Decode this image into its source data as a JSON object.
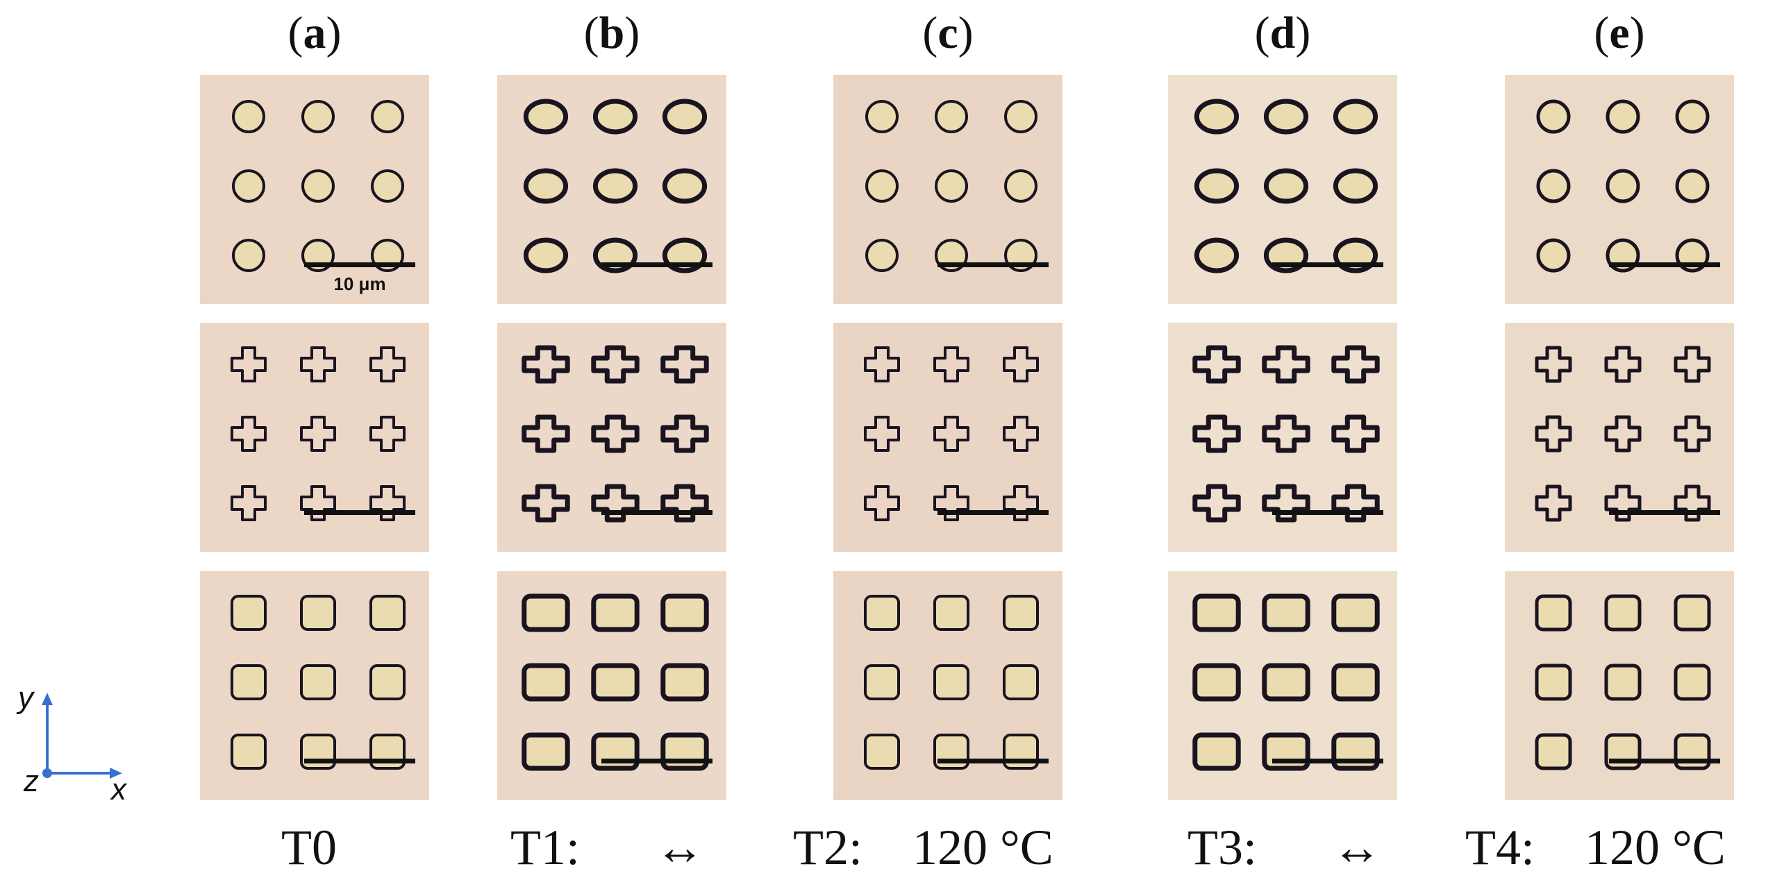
{
  "figure": {
    "columns": [
      {
        "id": "a",
        "label": "a",
        "condition": "T0",
        "bg": "#ecd6c6"
      },
      {
        "id": "b",
        "label": "b",
        "condition": "T1:      ↔",
        "bg": "#ecd8c8"
      },
      {
        "id": "c",
        "label": "c",
        "condition": "T2:    120 °C",
        "bg": "#ead4c4"
      },
      {
        "id": "d",
        "label": "d",
        "condition": "T3:      ↔",
        "bg": "#efdfcf"
      },
      {
        "id": "e",
        "label": "e",
        "condition": "T4:    120 °C",
        "bg": "#ecdac8"
      }
    ],
    "rows": [
      "circle",
      "cross",
      "square"
    ],
    "scale_bar": "10 μm",
    "axes": {
      "y": "y",
      "x": "x",
      "z": "z"
    },
    "colors": {
      "outline": "#1a1420",
      "fill": "#eadcb0",
      "axis": "#3a6fd0"
    }
  }
}
